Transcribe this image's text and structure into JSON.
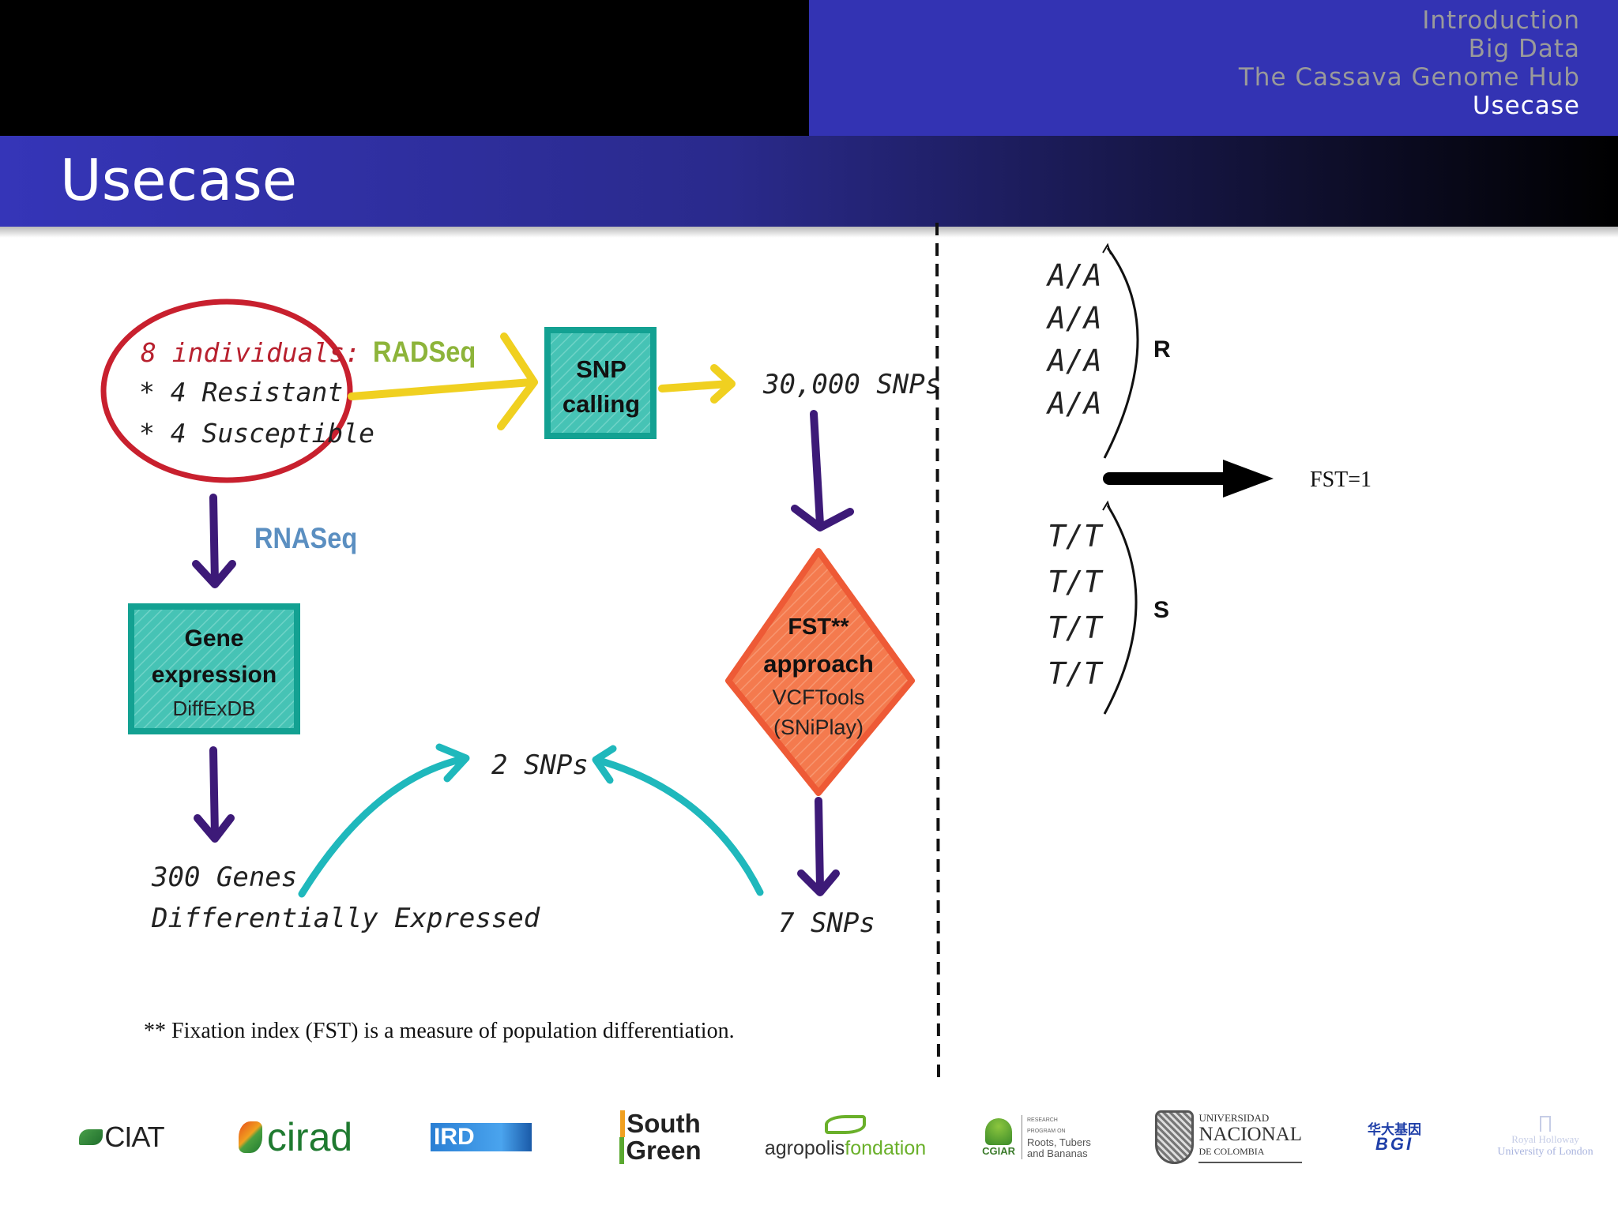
{
  "nav": {
    "items": [
      "Introduction",
      "Big Data",
      "The Cassava Genome Hub",
      "Usecase"
    ],
    "active_index": 3
  },
  "frame_title": "Usecase",
  "diagram": {
    "individuals": {
      "title": "8 individuals:",
      "line1": "* 4 Resistant",
      "line2": "* 4 Susceptible"
    },
    "radseq_label": "RADSeq",
    "rnaseq_label": "RNASeq",
    "snp_calling": {
      "line1": "SNP",
      "line2": "calling"
    },
    "snps_30000": "30,000 SNPs",
    "gene_expression": {
      "line1": "Gene",
      "line2": "expression",
      "tool": "DiffExDB"
    },
    "fst_approach": {
      "line1": "FST**",
      "line2": "approach",
      "tool": "VCFTools",
      "tool2": "(SNiPlay)"
    },
    "genes_300": {
      "line1": "300 Genes",
      "line2": "Differentially Expressed"
    },
    "snps_2": "2 SNPs",
    "snps_7": "7 SNPs",
    "footnote": "** Fixation index (FST) is a measure of population differentiation.",
    "genotypes_r": [
      "A/A",
      "A/A",
      "A/A",
      "A/A"
    ],
    "genotypes_s": [
      "T/T",
      "T/T",
      "T/T",
      "T/T"
    ],
    "label_r": "R",
    "label_s": "S",
    "fst_result": "FST=1"
  },
  "logos": {
    "ciat": "CIAT",
    "cirad": "cirad",
    "ird": "IRD",
    "southgreen": {
      "line1": "South",
      "line2": "Green"
    },
    "agropolis": {
      "word1": "agropolis",
      "word2": "fondation"
    },
    "cgiar": {
      "name": "CGIAR",
      "line1": "RESEARCH",
      "line2": "PROGRAM ON",
      "line3": "Roots, Tubers",
      "line4": "and Bananas"
    },
    "unal": {
      "line1": "UNIVERSIDAD",
      "line2": "NACIONAL",
      "line3": "DE COLOMBIA"
    },
    "bgi": {
      "line1": "华大基因",
      "line2": "BGI"
    },
    "royal": {
      "line1": "Royal Holloway",
      "line2": "University of London"
    }
  },
  "colors": {
    "header_blue": "#3333b3",
    "individuals_circle": "#c8202e",
    "individuals_title": "#b8202e",
    "radseq": "#8db43a",
    "rnaseq": "#5b8fc1",
    "yellow_arrow": "#f0d020",
    "purple_arrow": "#3d1a78",
    "teal_box": "#45c2b4",
    "teal_border": "#13a192",
    "fst_fill": "#f47a4e",
    "fst_border": "#ee5a36",
    "teal_arrow": "#1fb8bc"
  }
}
